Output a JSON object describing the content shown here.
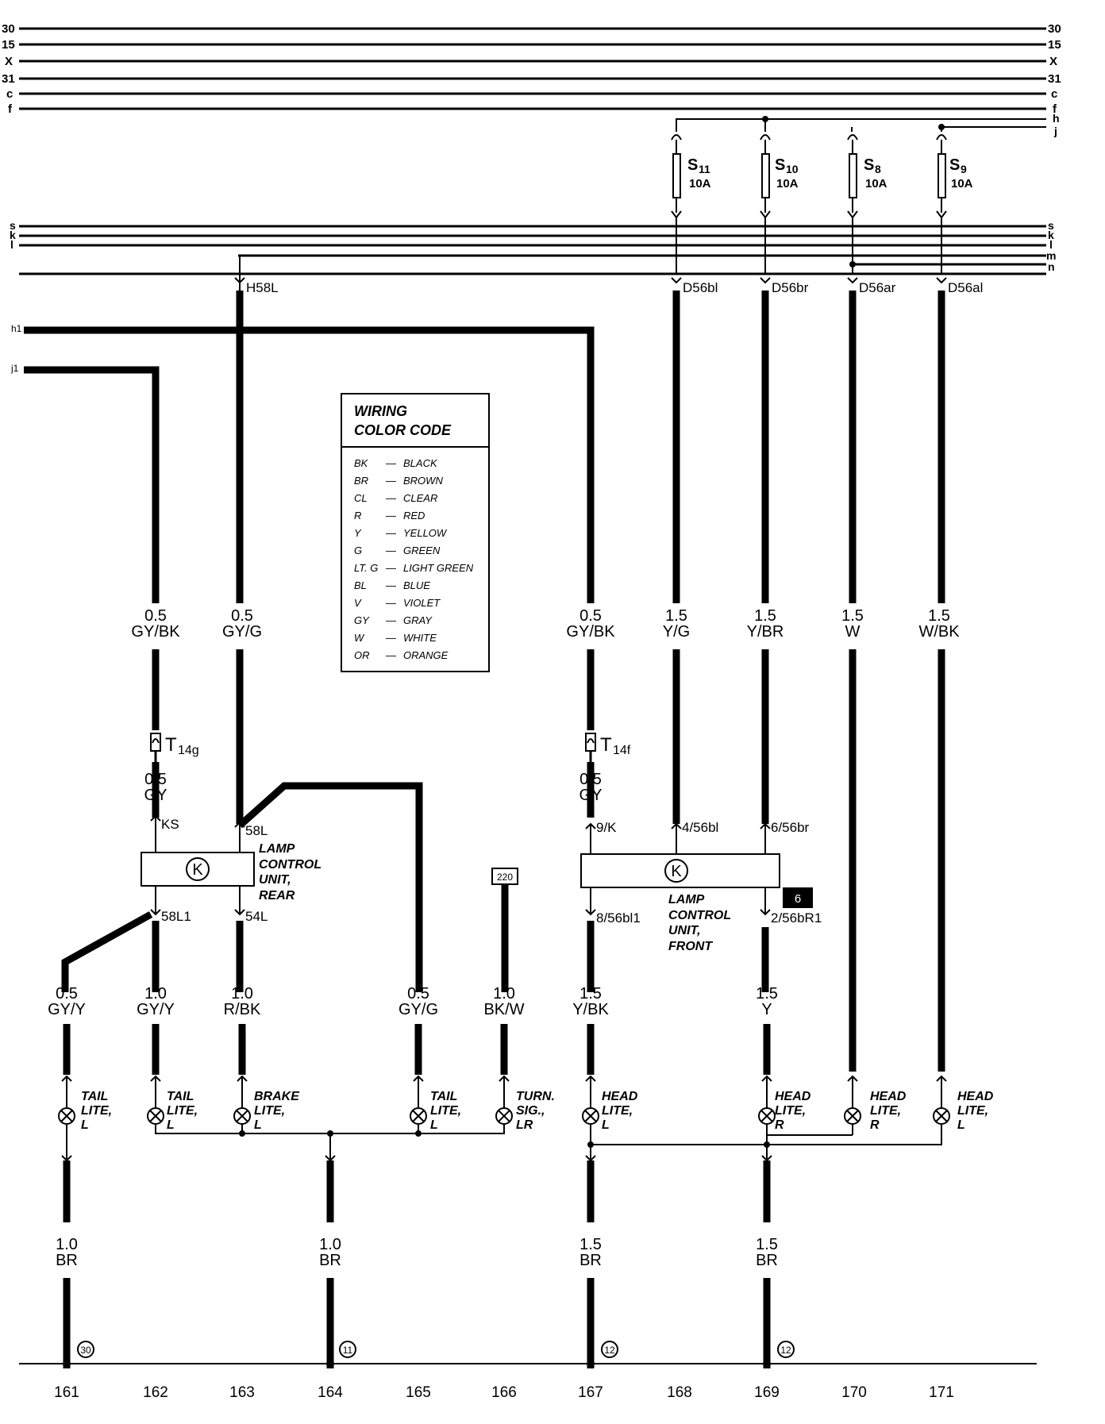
{
  "bus": {
    "top_lines": [
      "30",
      "15",
      "X",
      "31",
      "c",
      "f"
    ],
    "fuse_lines": [
      "h",
      "j"
    ],
    "middle_lines": [
      "s",
      "k",
      "l",
      "m",
      "n"
    ],
    "side_lines": [
      "h1",
      "j1"
    ]
  },
  "fuses": [
    {
      "name": "S11",
      "letter": "S",
      "sub": "11",
      "rating": "10A"
    },
    {
      "name": "S10",
      "letter": "S",
      "sub": "10",
      "rating": "10A"
    },
    {
      "name": "S8",
      "letter": "S",
      "sub": "8",
      "rating": "10A"
    },
    {
      "name": "S9",
      "letter": "S",
      "sub": "9",
      "rating": "10A"
    }
  ],
  "top_connectors": [
    "H58L",
    "D56bl",
    "D56br",
    "D56ar",
    "D56al"
  ],
  "legend": {
    "title_lines": [
      "WIRING",
      "COLOR CODE"
    ],
    "entries": [
      {
        "code": "BK",
        "color": "BLACK"
      },
      {
        "code": "BR",
        "color": "BROWN"
      },
      {
        "code": "CL",
        "color": "CLEAR"
      },
      {
        "code": "R",
        "color": "RED"
      },
      {
        "code": "Y",
        "color": "YELLOW"
      },
      {
        "code": "G",
        "color": "GREEN"
      },
      {
        "code": "LT. G",
        "color": "LIGHT GREEN"
      },
      {
        "code": "BL",
        "color": "BLUE"
      },
      {
        "code": "V",
        "color": "VIOLET"
      },
      {
        "code": "GY",
        "color": "GRAY"
      },
      {
        "code": "W",
        "color": "WHITE"
      },
      {
        "code": "OR",
        "color": "ORANGE"
      }
    ]
  },
  "wires_upper": [
    {
      "size": "0.5",
      "color": "GY/BK"
    },
    {
      "size": "0.5",
      "color": "GY/G"
    },
    {
      "size": "0.5",
      "color": "GY/BK"
    },
    {
      "size": "1.5",
      "color": "Y/G"
    },
    {
      "size": "1.5",
      "color": "Y/BR"
    },
    {
      "size": "1.5",
      "color": "W"
    },
    {
      "size": "1.5",
      "color": "W/BK"
    }
  ],
  "connectors": [
    {
      "letter": "T",
      "sub": "14g"
    },
    {
      "letter": "T",
      "sub": "14f"
    }
  ],
  "wires_mid": [
    {
      "size": "0.5",
      "color": "GY"
    },
    {
      "size": "0.5",
      "color": "GY"
    }
  ],
  "rear_unit": {
    "symbol": "K",
    "pins_top": [
      "KS",
      "58L"
    ],
    "pins_bottom": [
      "58L1",
      "54L"
    ],
    "label_lines": [
      "LAMP",
      "CONTROL",
      "UNIT,",
      "REAR"
    ]
  },
  "front_unit": {
    "symbol": "K",
    "pins_top": [
      "9/K",
      "4/56bl",
      "6/56br"
    ],
    "pins_bottom": [
      "8/56bl1",
      "2/56bR1"
    ],
    "label_lines": [
      "LAMP",
      "CONTROL",
      "UNIT,",
      "FRONT"
    ],
    "badge": "6"
  },
  "ref_box": "220",
  "wires_lower": [
    {
      "size": "0.5",
      "color": "GY/Y"
    },
    {
      "size": "1.0",
      "color": "GY/Y"
    },
    {
      "size": "1.0",
      "color": "R/BK"
    },
    {
      "size": "0.5",
      "color": "GY/G"
    },
    {
      "size": "1.0",
      "color": "BK/W"
    },
    {
      "size": "1.5",
      "color": "Y/BK"
    },
    {
      "size": "1.5",
      "color": "Y"
    }
  ],
  "lamps": [
    {
      "lines": [
        "TAIL",
        "LITE,",
        "L"
      ]
    },
    {
      "lines": [
        "TAIL",
        "LITE,",
        "L"
      ]
    },
    {
      "lines": [
        "BRAKE",
        "LITE,",
        "L"
      ]
    },
    {
      "lines": [
        "TAIL",
        "LITE,",
        "L"
      ]
    },
    {
      "lines": [
        "TURN.",
        "SIG.,",
        "LR"
      ]
    },
    {
      "lines": [
        "HEAD",
        "LITE,",
        "L"
      ]
    },
    {
      "lines": [
        "HEAD",
        "LITE,",
        "R"
      ]
    },
    {
      "lines": [
        "HEAD",
        "LITE,",
        "R"
      ]
    },
    {
      "lines": [
        "HEAD",
        "LITE,",
        "L"
      ]
    }
  ],
  "ground_wires": [
    {
      "size": "1.0",
      "color": "BR"
    },
    {
      "size": "1.0",
      "color": "BR"
    },
    {
      "size": "1.5",
      "color": "BR"
    },
    {
      "size": "1.5",
      "color": "BR"
    }
  ],
  "ground_points": [
    "30",
    "11",
    "12",
    "12"
  ],
  "columns": [
    "161",
    "162",
    "163",
    "164",
    "165",
    "166",
    "167",
    "168",
    "169",
    "170",
    "171"
  ]
}
